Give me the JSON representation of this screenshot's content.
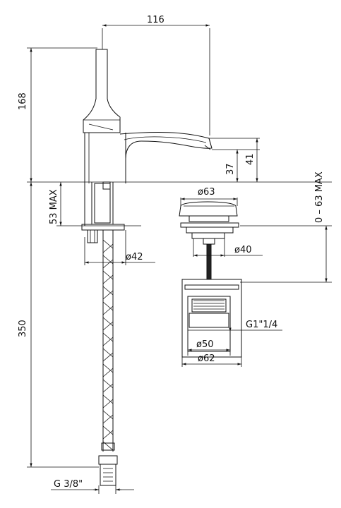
{
  "dimensions": {
    "width_116": "116",
    "height_168": "168",
    "height_350": "350",
    "height_37": "37",
    "height_41": "41",
    "max_53": "53 MAX",
    "range_0_63": "0 – 63 MAX",
    "dia_63": "ø63",
    "dia_40": "ø40",
    "dia_42": "ø42",
    "dia_50": "ø50",
    "dia_62": "ø62",
    "thread_g1_1_4": "G1\"1/4",
    "thread_g_3_8": "G  3/8\""
  }
}
